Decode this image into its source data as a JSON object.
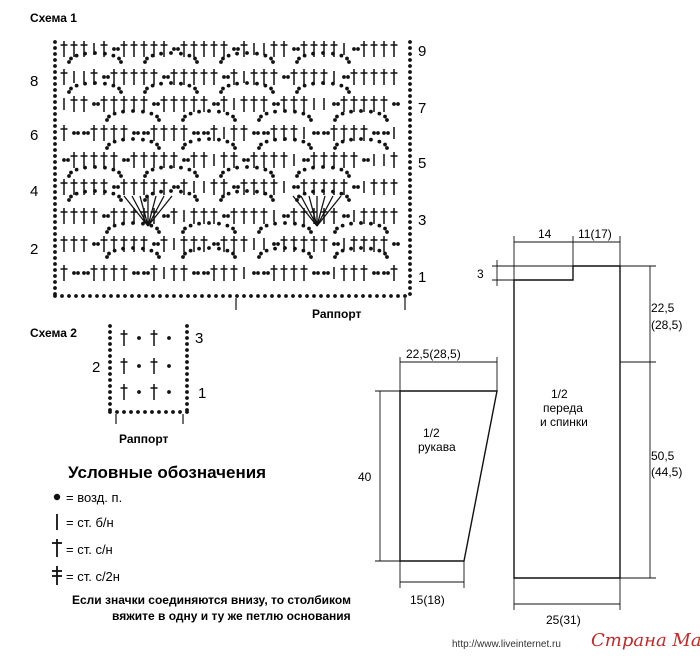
{
  "scheme1": {
    "title": "Схема 1",
    "rows_left": [
      "8",
      "6",
      "4",
      "2"
    ],
    "rows_right": [
      "9",
      "7",
      "5",
      "3",
      "1"
    ],
    "repeat_label": "Раппорт"
  },
  "scheme2": {
    "title": "Схема 2",
    "rows_left": [
      "2"
    ],
    "rows_right": [
      "3",
      "1"
    ],
    "repeat_label": "Раппорт"
  },
  "legend": {
    "title": "Условные обозначения",
    "items": [
      {
        "symbol": "chain-stitch-icon",
        "text": "= возд. п."
      },
      {
        "symbol": "single-crochet-icon",
        "text": "= ст. б/н"
      },
      {
        "symbol": "double-crochet-icon",
        "text": "= ст. с/н"
      },
      {
        "symbol": "treble-crochet-icon",
        "text": "= ст. с/2н"
      }
    ],
    "note_line1": "Если значки соединяются внизу, то столбиком",
    "note_line2": "вяжите в одну и ту же петлю основания"
  },
  "sleeve": {
    "label_line1": "1/2",
    "label_line2": "рукава",
    "top_width": "22,5(28,5)",
    "height": "40",
    "bottom_width": "15(18)"
  },
  "body": {
    "label_line1": "1/2",
    "label_line2": "переда",
    "label_line3": "и спинки",
    "neck_width": "14",
    "shoulder_width": "11(17)",
    "neck_depth": "3",
    "armhole_height_a": "22,5",
    "armhole_height_b": "(28,5)",
    "side_height_a": "50,5",
    "side_height_b": "(44,5)",
    "bottom_width": "25(31)"
  },
  "watermark": {
    "url": "http://www.liveinternet.ru",
    "brand": "Страна Мам"
  },
  "colors": {
    "ink": "#111111",
    "watermark": "#c62828"
  }
}
